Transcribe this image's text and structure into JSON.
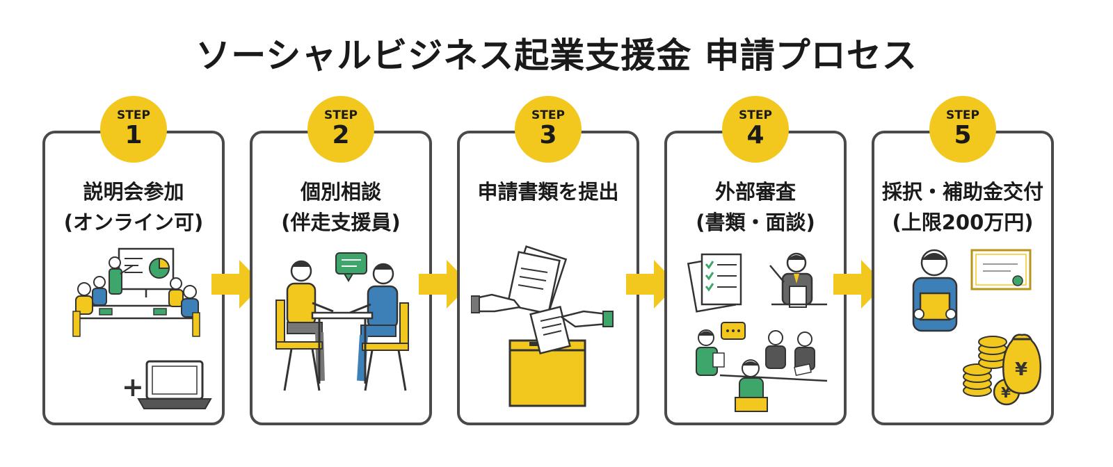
{
  "title": "ソーシャルビジネス起業支援金 申請プロセス",
  "colors": {
    "accent": "#f2c81e",
    "green": "#3ea66b",
    "blue": "#3d80b8",
    "border": "#4a4a4a"
  },
  "steps": [
    {
      "badge_label": "STEP",
      "number": "1",
      "title": "説明会参加",
      "subtitle": "(オンライン可)",
      "plus": "+",
      "icons": [
        "seminar-presentation-icon",
        "laptop-icon"
      ]
    },
    {
      "badge_label": "STEP",
      "number": "2",
      "title": "個別相談",
      "subtitle": "(伴走支援員)",
      "icons": [
        "consultation-meeting-icon",
        "chat-bubble-icon"
      ]
    },
    {
      "badge_label": "STEP",
      "number": "3",
      "title": "申請書類を提出",
      "subtitle": "",
      "icons": [
        "document-handover-icon",
        "submission-box-icon"
      ]
    },
    {
      "badge_label": "STEP",
      "number": "4",
      "title": "外部審査",
      "subtitle": "(書類・面談)",
      "icons": [
        "checklist-icon",
        "reviewer-icon",
        "interview-panel-icon"
      ]
    },
    {
      "badge_label": "STEP",
      "number": "5",
      "title": "採択・補助金交付",
      "subtitle": "(上限200万円)",
      "currency_symbol": "¥",
      "icons": [
        "grant-recipient-icon",
        "certificate-icon",
        "coins-icon",
        "money-bag-icon"
      ]
    }
  ]
}
